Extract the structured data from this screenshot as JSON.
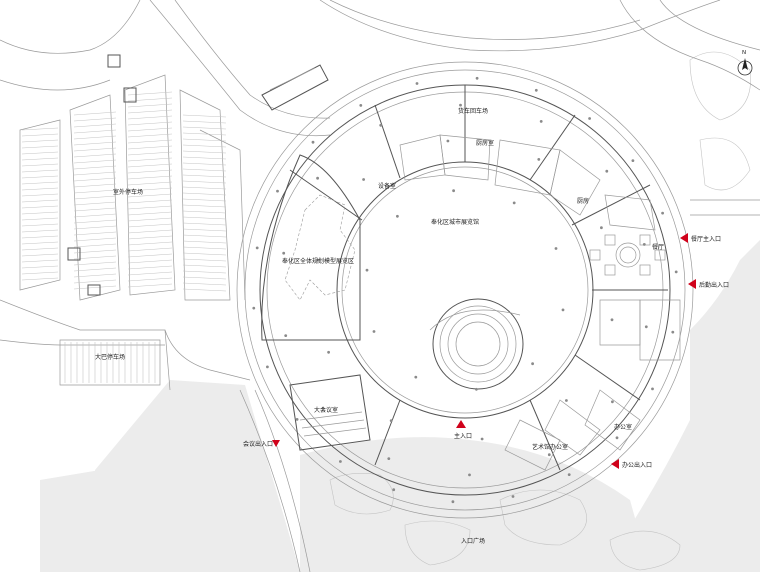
{
  "plan": {
    "north_label": "N",
    "rooms": {
      "outdoor_parking": "室外停车场",
      "bus_parking": "大巴停车场",
      "freight_yard": "货车回车场",
      "kitchen_prep": "厨房室",
      "equipment_room": "设备室",
      "kitchen": "厨房",
      "masterplan_exhibit": "奉化区全体规划模型展览区",
      "city_exhibit_hall": "奉化区城市展览馆",
      "restaurant": "餐厅",
      "conference_hall": "大会议室",
      "office": "办公室",
      "art_office": "艺术馆办公室",
      "entrance_plaza": "入口广场"
    },
    "entrances": {
      "restaurant_main": "餐厅主入口",
      "back_kitchen": "后勤出入口",
      "main": "主入口",
      "office": "办公出入口",
      "conference": "会议出入口"
    }
  }
}
